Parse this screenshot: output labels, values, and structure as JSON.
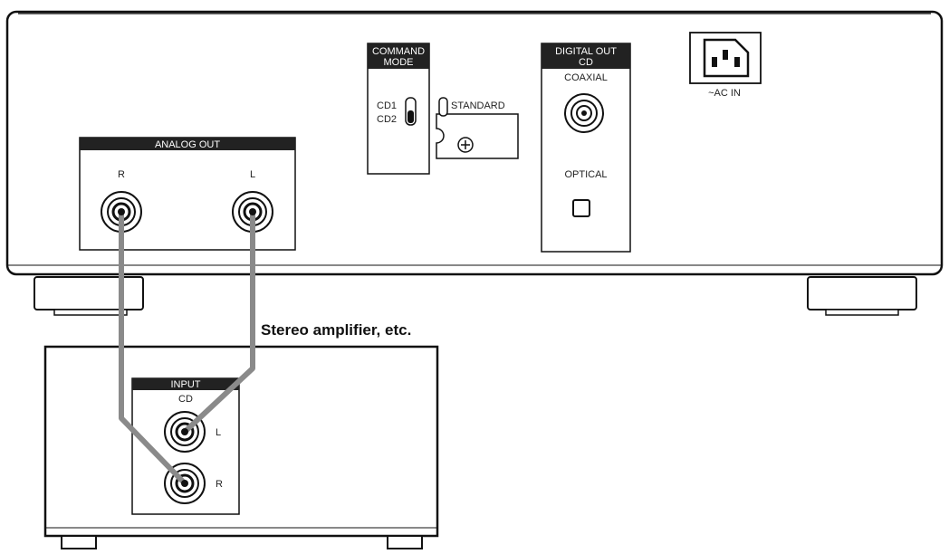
{
  "cd_player": {
    "command_mode": {
      "header": [
        "COMMAND",
        "MODE"
      ],
      "cd1": "CD1",
      "cd2": "CD2",
      "standard": "STANDARD"
    },
    "digital_out": {
      "header": [
        "DIGITAL OUT",
        "CD"
      ],
      "coaxial": "COAXIAL",
      "optical": "OPTICAL"
    },
    "ac_in": "~AC  IN",
    "analog_out": {
      "header": "ANALOG OUT",
      "right": "R",
      "left": "L"
    }
  },
  "amplifier": {
    "caption": "Stereo amplifier, etc.",
    "input": {
      "header": "INPUT",
      "sub": "CD",
      "left": "L",
      "right": "R"
    }
  },
  "colors": {
    "line": "#111111",
    "cable": "#8a8a8a",
    "header_fill": "#222222",
    "background": "#ffffff"
  }
}
